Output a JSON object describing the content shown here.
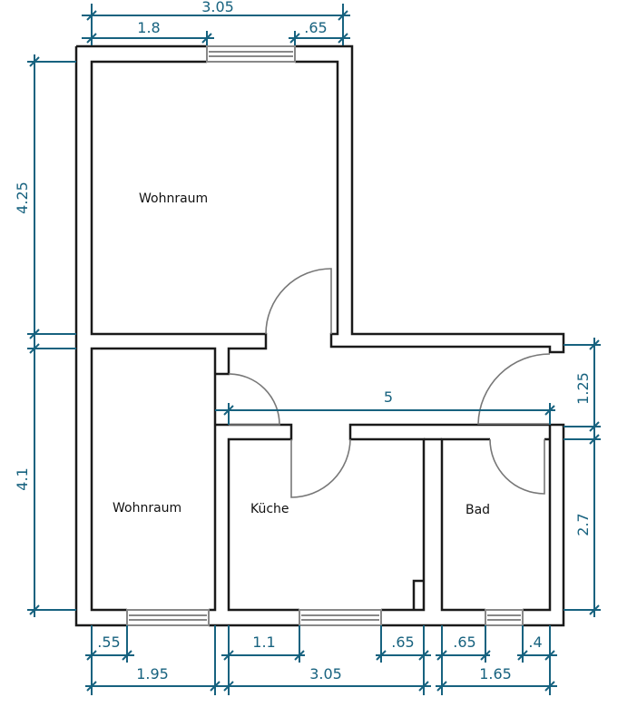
{
  "rooms": {
    "wohnraum_top": "Wohnraum",
    "wohnraum_bottom": "Wohnraum",
    "kueche": "Küche",
    "bad": "Bad"
  },
  "dimensions": {
    "top_total": "3.05",
    "top_left": "1.8",
    "top_right": ".65",
    "left_upper": "4.25",
    "left_lower": "4.1",
    "right_corridor": "1.25",
    "right_bad": "2.7",
    "corridor": "5",
    "bottom_a1": ".55",
    "bottom_b1": "1.1",
    "bottom_b2": ".65",
    "bottom_c1": ".65",
    "bottom_c2": ".4",
    "bottom_a": "1.95",
    "bottom_b": "3.05",
    "bottom_c": "1.65"
  },
  "colors": {
    "dimension": "#17627f",
    "wall": "#1a1a1a"
  }
}
